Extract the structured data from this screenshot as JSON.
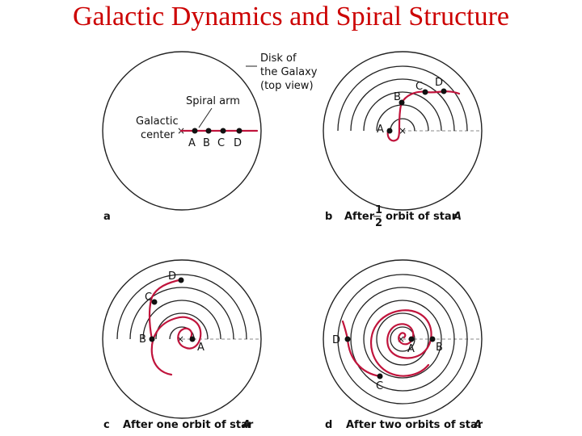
{
  "title": "Galactic Dynamics and Spiral Structure",
  "colors": {
    "title": "#cc0000",
    "spiral_arm": "#c0143c",
    "ink": "#111111"
  },
  "panel_a": {
    "letter": "a",
    "disk_label": [
      "Disk of",
      "the Galaxy",
      "(top view)"
    ],
    "spiral_arm_label": "Spiral arm",
    "center_label": [
      "Galactic",
      "center"
    ],
    "stars": [
      "A",
      "B",
      "C",
      "D"
    ]
  },
  "panel_b": {
    "letter": "b",
    "caption_before": "After",
    "fraction_num": "1",
    "fraction_den": "2",
    "caption_after": "orbit of star",
    "caption_star": "A",
    "stars": [
      "A",
      "B",
      "C",
      "D"
    ]
  },
  "panel_c": {
    "letter": "c",
    "caption": "After one orbit of star",
    "caption_star": "A",
    "stars": [
      "A",
      "B",
      "C",
      "D"
    ]
  },
  "panel_d": {
    "letter": "d",
    "caption": "After two orbits of star",
    "caption_star": "A",
    "stars": [
      "A",
      "B",
      "C",
      "D"
    ]
  }
}
